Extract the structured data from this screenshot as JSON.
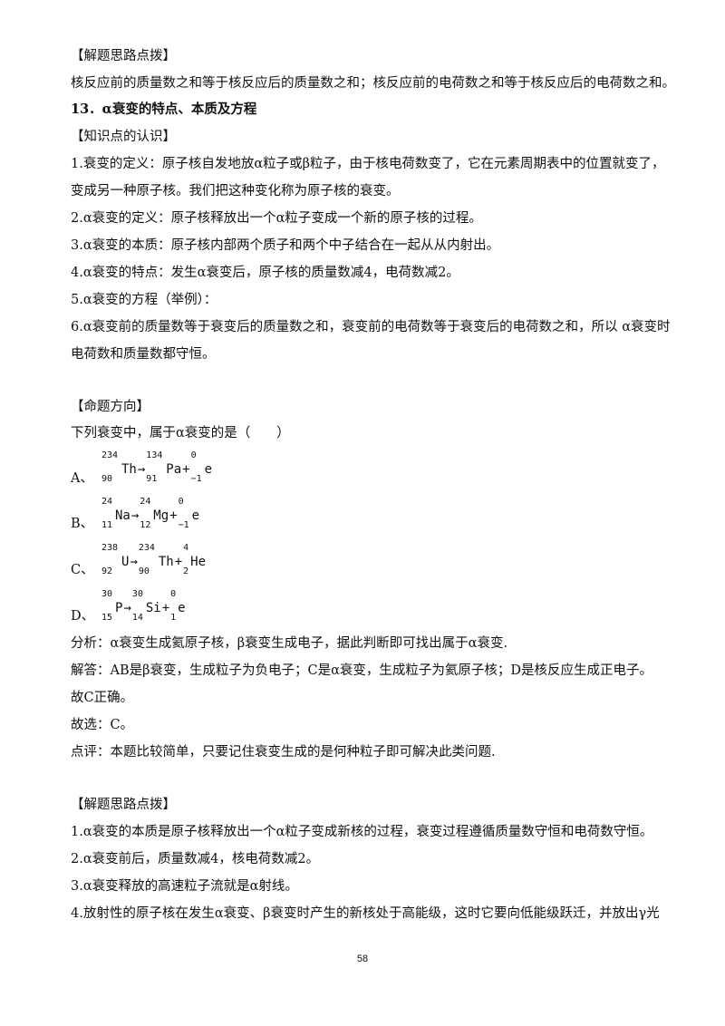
{
  "s1": {
    "heading": "【解题思路点拨】",
    "text": "核反应前的质量数之和等于核反应后的质量数之和；核反应前的电荷数之和等于核反应后的电荷数之和。"
  },
  "section_title": "13．α衰变的特点、本质及方程",
  "knowledge": {
    "heading": "【知识点的认识】",
    "lines": [
      "1.衰变的定义：原子核自发地放α粒子或β粒子，由于核电荷数变了，它在元素周期表中的位置就变了，",
      "变成另一种原子核。我们把这种变化称为原子核的衰变。",
      "2.α衰变的定义：原子核释放出一个α粒子变成一个新的原子核的过程。",
      "3.α衰变的本质：原子核内部两个质子和两个中子结合在一起从从内射出。",
      "4.α衰变的特点：发生α衰变后，原子核的质量数减4，电荷数减2。",
      "5.α衰变的方程（举例）：",
      "6.α衰变前的质量数等于衰变后的质量数之和，衰变前的电荷数等于衰变后的电荷数之和，所以 α衰变时",
      "电荷数和质量数都守恒。"
    ]
  },
  "question": {
    "heading": "【命题方向】",
    "stem": "下列衰变中，属于α衰变的是（　　）",
    "options": [
      {
        "label": "A、",
        "terms": [
          {
            "a": "234",
            "z": "90",
            "s": "Th"
          },
          {
            "a": "134",
            "z": "91",
            "s": "Pa"
          },
          {
            "a": "0",
            "z": "−1",
            "s": "e"
          }
        ]
      },
      {
        "label": "B、",
        "terms": [
          {
            "a": "24",
            "z": "11",
            "s": "Na"
          },
          {
            "a": "24",
            "z": "12",
            "s": "Mg"
          },
          {
            "a": "0",
            "z": "−1",
            "s": "e"
          }
        ]
      },
      {
        "label": "C、",
        "terms": [
          {
            "a": "238",
            "z": "92",
            "s": "U"
          },
          {
            "a": "234",
            "z": "90",
            "s": "Th"
          },
          {
            "a": "4",
            "z": "2",
            "s": "He"
          }
        ]
      },
      {
        "label": "D、",
        "terms": [
          {
            "a": "30",
            "z": "15",
            "s": "P"
          },
          {
            "a": "30",
            "z": "14",
            "s": "Si"
          },
          {
            "a": "0",
            "z": "1",
            "s": "e"
          }
        ]
      }
    ],
    "arrow": "→",
    "plus": "+",
    "analysis": [
      "分析：α衰变生成氦原子核，β衰变生成电子，据此判断即可找出属于α衰变.",
      "解答：AB是β衰变，生成粒子为负电子；C是α衰变，生成粒子为氦原子核；D是核反应生成正电子。",
      "故C正确。",
      "故选：C。",
      "点评：本题比较简单，只要记住衰变生成的是何种粒子即可解决此类问题."
    ]
  },
  "tips": {
    "heading": "【解题思路点拨】",
    "lines": [
      "1.α衰变的本质是原子核释放出一个α粒子变成新核的过程，衰变过程遵循质量数守恒和电荷数守恒。",
      "2.α衰变前后，质量数减4，核电荷数减2。",
      "3.α衰变释放的高速粒子流就是α射线。",
      "4.放射性的原子核在发生α衰变、β衰变时产生的新核处于高能级，这时它要向低能级跃迁，并放出γ光"
    ]
  },
  "page_number": "58"
}
